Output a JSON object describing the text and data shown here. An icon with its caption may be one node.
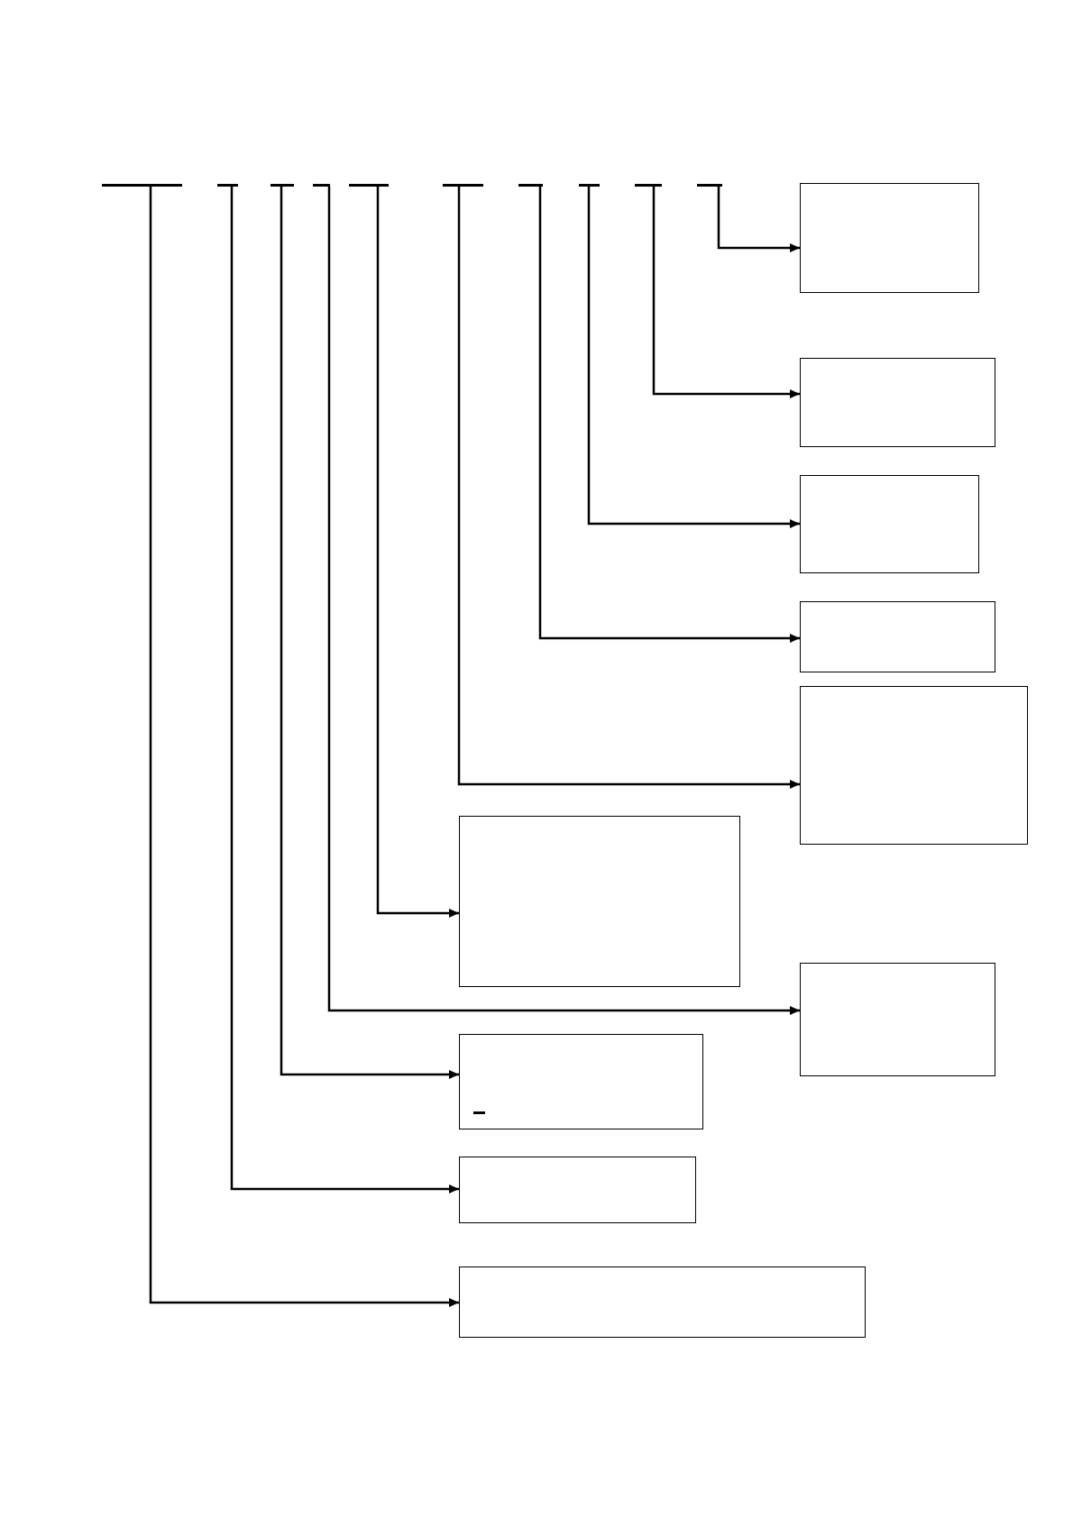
{
  "diagram": {
    "nodes": [
      {
        "text": [],
        "shape": "line"
      },
      {
        "text": [],
        "shape": "line"
      },
      {
        "text": [],
        "shape": "line"
      },
      {
        "text": [],
        "shape": "line"
      },
      {
        "text": [],
        "shape": "line"
      },
      {
        "text": [],
        "shape": "line"
      },
      {
        "text": [],
        "shape": "line"
      },
      {
        "text": [],
        "shape": "line"
      },
      {
        "text": [],
        "shape": "line"
      },
      {
        "text": [],
        "shape": "line"
      },
      {
        "text": [],
        "shape": "box"
      },
      {
        "text": [],
        "shape": "box"
      },
      {
        "text": [],
        "shape": "box"
      },
      {
        "text": [],
        "shape": "box"
      },
      {
        "text": [],
        "shape": "box"
      },
      {
        "text": [],
        "shape": "box"
      },
      {
        "text": [],
        "shape": "box"
      },
      {
        "text": [],
        "shape": "box"
      },
      {
        "text": [],
        "shape": "box"
      },
      {
        "text": [],
        "shape": "box"
      }
    ],
    "edges": [
      {
        "from": 0,
        "to": 19,
        "arrow": "to"
      },
      {
        "from": 1,
        "to": 18,
        "arrow": "to"
      },
      {
        "from": 2,
        "to": 17,
        "arrow": "to"
      },
      {
        "from": 3,
        "to": 16,
        "arrow": "to"
      },
      {
        "from": 4,
        "to": 15,
        "arrow": "to"
      },
      {
        "from": 5,
        "to": 14,
        "arrow": "to"
      },
      {
        "from": 6,
        "to": 13,
        "arrow": "to"
      },
      {
        "from": 7,
        "to": 12,
        "arrow": "to"
      },
      {
        "from": 8,
        "to": 11,
        "arrow": "to"
      },
      {
        "from": 9,
        "to": 10,
        "arrow": "to"
      }
    ]
  }
}
